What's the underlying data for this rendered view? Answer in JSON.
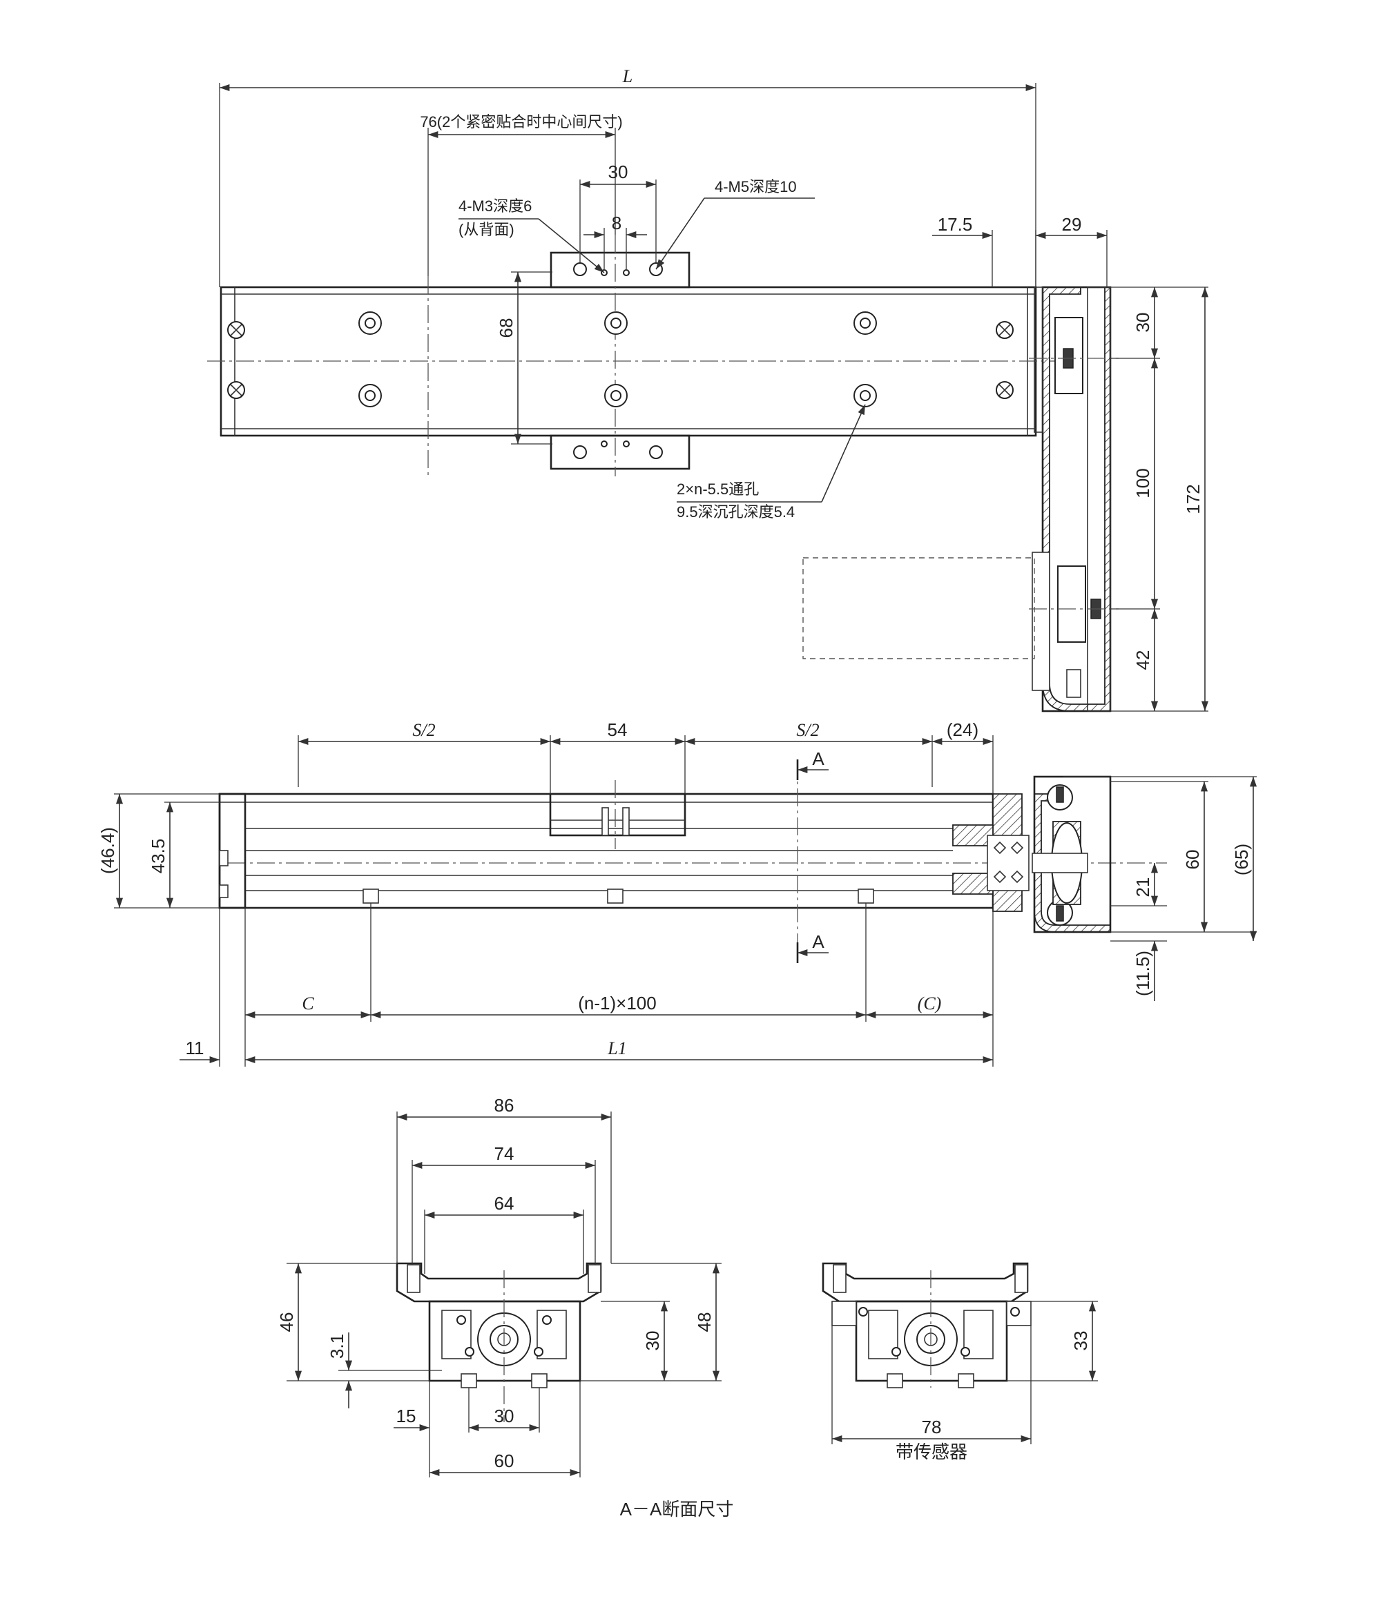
{
  "top_view": {
    "dims": {
      "overall_length": "L",
      "pitch_76": "76(2个紧密贴合时中心间尺寸)",
      "d30": "30",
      "d8": "8",
      "d17_5": "17.5",
      "d29": "29",
      "d68": "68",
      "d30_right": "30",
      "d100": "100",
      "d172": "172",
      "d42": "42"
    },
    "callouts": {
      "m3_line1": "4-M3深度6",
      "m3_line2": "(从背面)",
      "m5": "4-M5深度10",
      "holes_line1": "2×n-5.5通孔",
      "holes_line2": "9.5深沉孔深度5.4"
    }
  },
  "side_view": {
    "dims": {
      "s_half_left": "S/2",
      "d54": "54",
      "s_half_right": "S/2",
      "d24": "(24)",
      "d46_4": "(46.4)",
      "d43_5": "43.5",
      "section_a_top": "A",
      "section_a_bottom": "A",
      "d60": "60",
      "d65": "(65)",
      "d21": "21",
      "d11_5": "(11.5)",
      "c_left": "C",
      "pitch_total": "(n-1)×100",
      "c_right": "(C)",
      "d11": "11",
      "l1": "L1"
    }
  },
  "section_view": {
    "dims": {
      "d86": "86",
      "d74": "74",
      "d64": "64",
      "d46": "46",
      "d3_1": "3.1",
      "d30_height": "30",
      "d48": "48",
      "d15": "15",
      "d30_width": "30",
      "d60": "60",
      "d33": "33",
      "d78": "78"
    },
    "sensor_label": "带传感器",
    "caption": "A－A断面尺寸"
  }
}
